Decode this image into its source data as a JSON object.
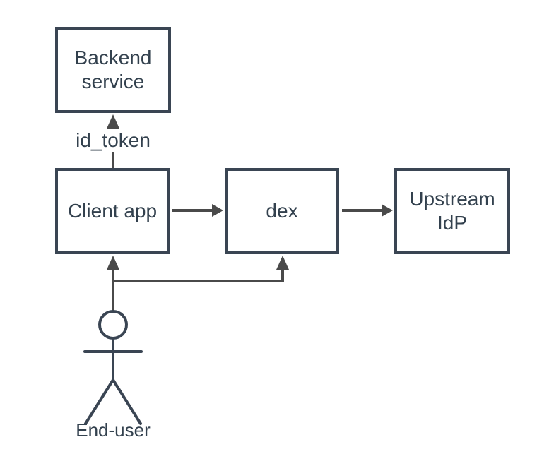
{
  "nodes": {
    "backend": {
      "label": "Backend service"
    },
    "client": {
      "label": "Client app"
    },
    "dex": {
      "label": "dex"
    },
    "upstream": {
      "label": "Upstream IdP"
    }
  },
  "edges": [
    {
      "from": "Client app",
      "to": "Backend service",
      "label": "id_token"
    },
    {
      "from": "Client app",
      "to": "dex",
      "label": ""
    },
    {
      "from": "dex",
      "to": "Upstream IdP",
      "label": ""
    },
    {
      "from": "End-user",
      "to": "Client app",
      "label": ""
    },
    {
      "from": "End-user",
      "to": "dex",
      "label": ""
    }
  ],
  "actor": {
    "label": "End-user"
  },
  "colors": {
    "background": "#FFFFFF",
    "node_fill": "#FFFFFF",
    "node_border": "#3A4553",
    "connector": "#4A4A4A",
    "text": "#33414E"
  }
}
